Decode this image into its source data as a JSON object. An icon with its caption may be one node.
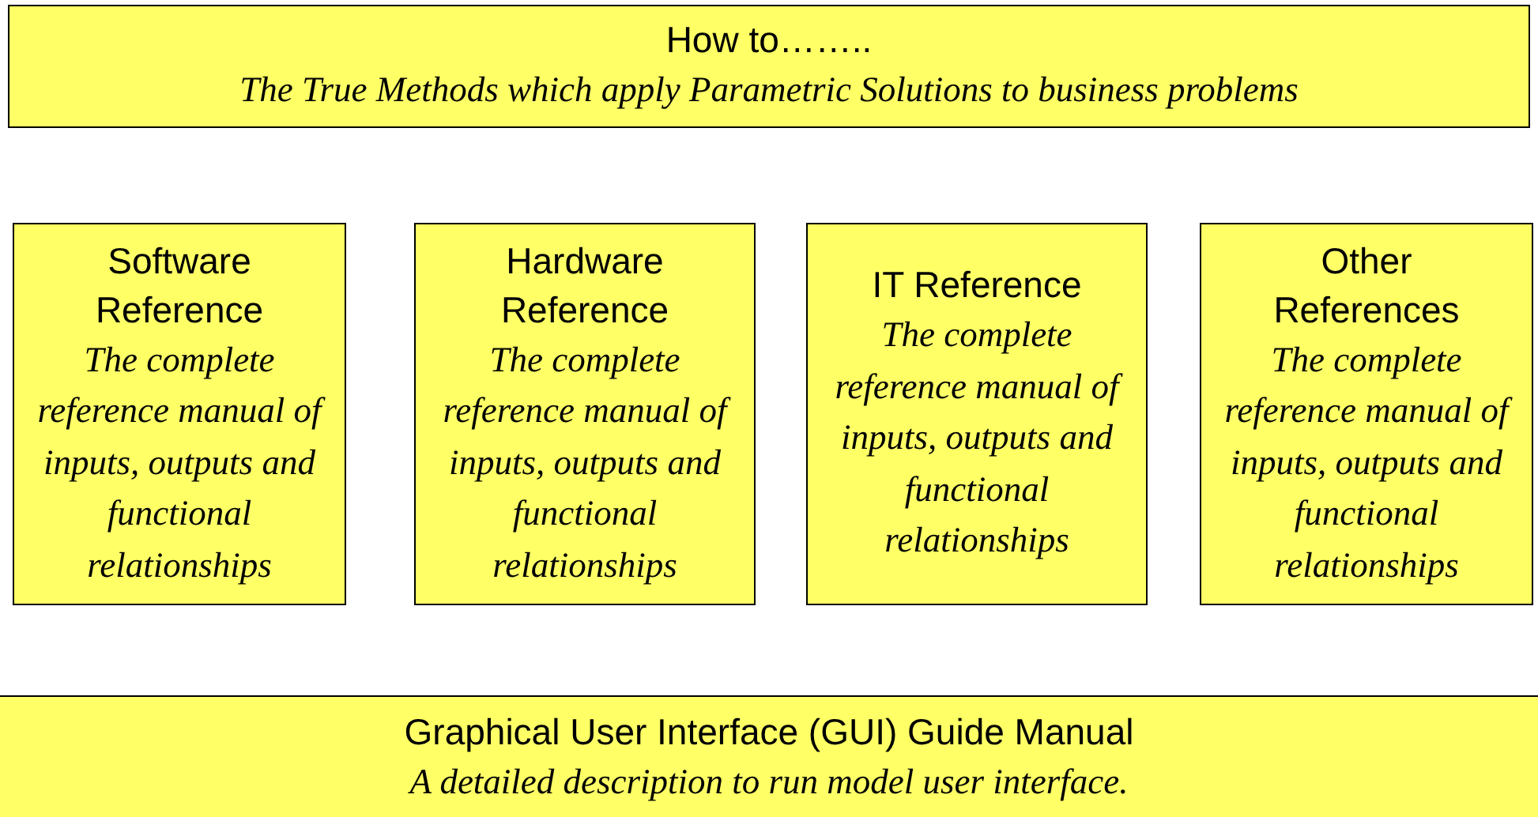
{
  "diagram": {
    "nodes": [
      {
        "text": [
          "How to……..",
          "The True Methods which apply Parametric Solutions to business problems"
        ]
      },
      {
        "text": [
          "Software Reference",
          "The complete reference manual of inputs, outputs and functional relationships"
        ]
      },
      {
        "text": [
          "Hardware Reference",
          "The complete reference manual of inputs, outputs and functional relationships"
        ]
      },
      {
        "text": [
          "IT Reference",
          "The complete reference manual of inputs, outputs and functional relationships"
        ]
      },
      {
        "text": [
          "Other References",
          "The complete reference manual of inputs, outputs and functional relationships"
        ]
      },
      {
        "text": [
          "Graphical User Interface (GUI) Guide Manual",
          "A detailed description to run model user interface."
        ]
      }
    ]
  }
}
